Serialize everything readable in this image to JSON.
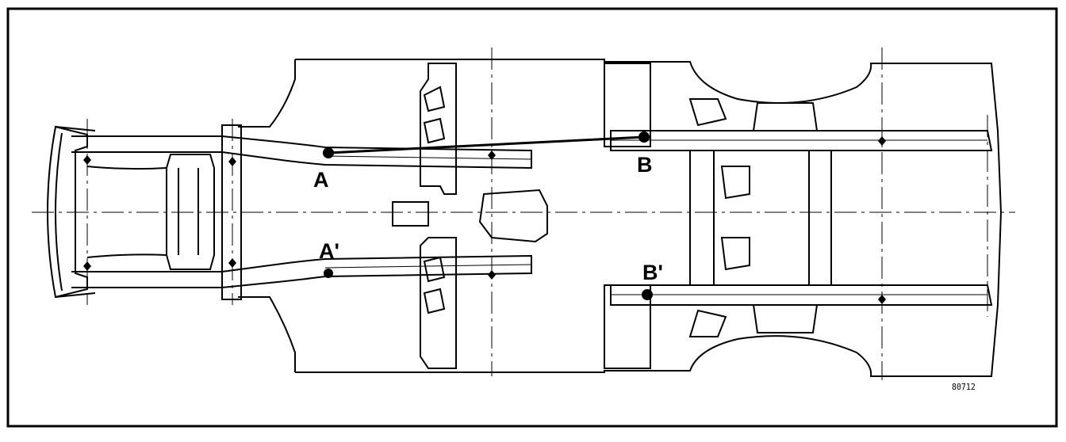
{
  "diagram": {
    "points": {
      "a": "A",
      "a_prime": "A'",
      "b": "B",
      "b_prime": "B'"
    },
    "reference_code": "80712"
  }
}
